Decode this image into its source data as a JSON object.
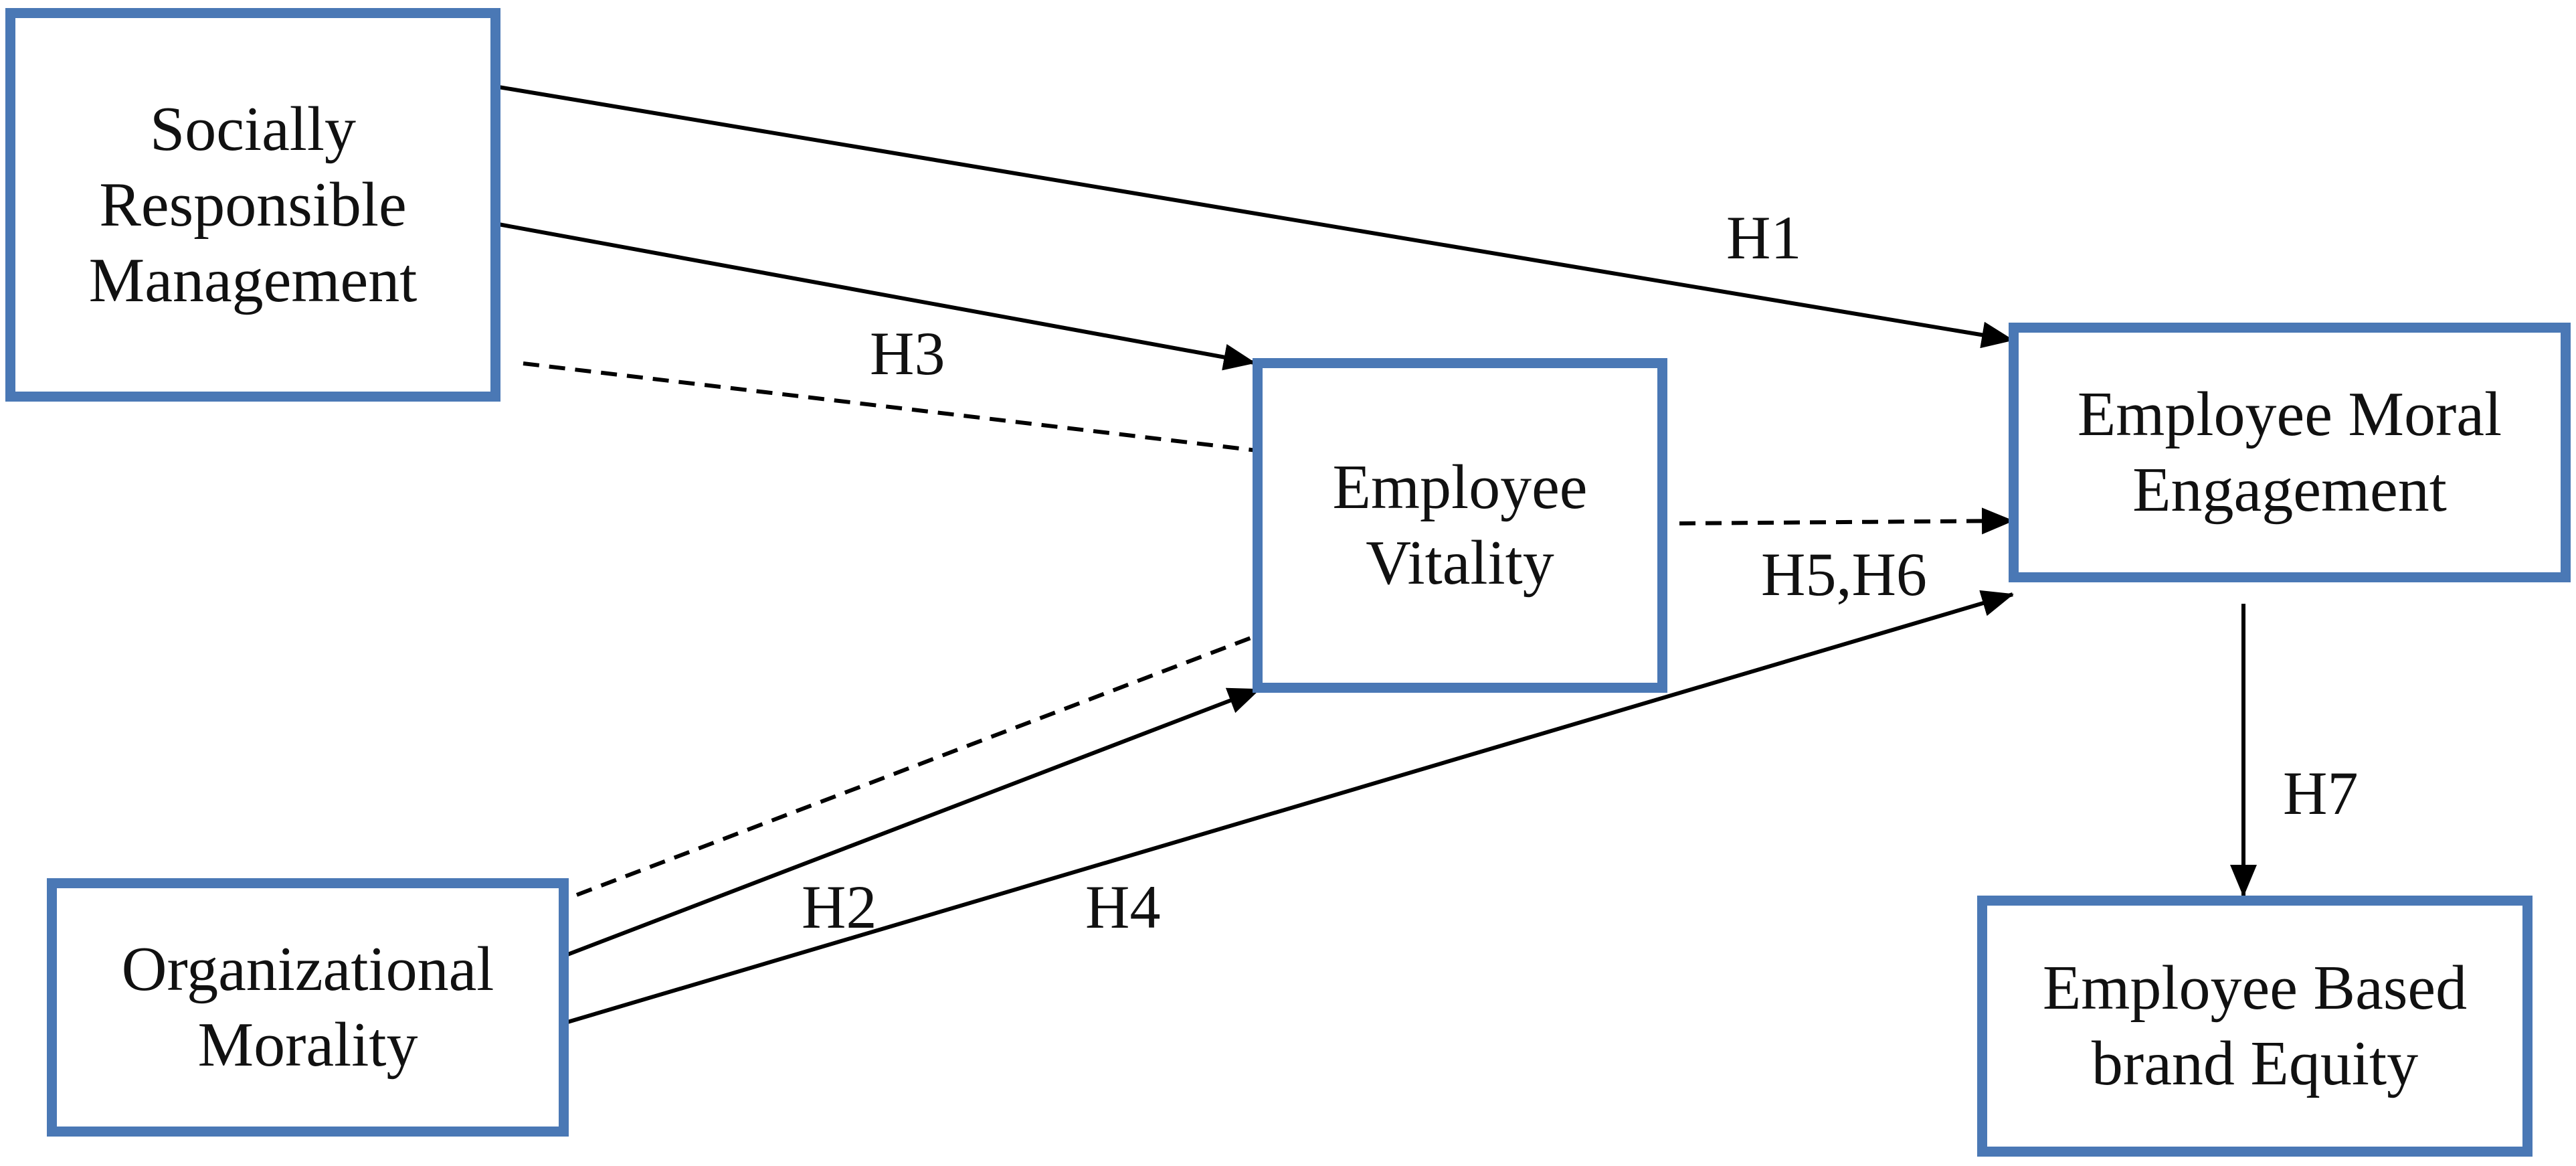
{
  "nodes": {
    "srm": {
      "lines": [
        "Socially",
        "Responsible",
        "Management"
      ]
    },
    "om": {
      "lines": [
        "Organizational",
        "Morality"
      ]
    },
    "ev": {
      "lines": [
        "Employee",
        "Vitality"
      ]
    },
    "eme": {
      "lines": [
        "Employee Moral",
        "Engagement"
      ]
    },
    "ebbe": {
      "lines": [
        "Employee Based",
        "brand Equity"
      ]
    }
  },
  "edges": {
    "h1": {
      "label": "H1",
      "from": "srm",
      "to": "eme",
      "style": "solid"
    },
    "h2": {
      "label": "H2",
      "from": "om",
      "to": "ev",
      "style": "solid"
    },
    "h3": {
      "label": "H3",
      "from": "srm",
      "to": "ev",
      "style": "solid"
    },
    "h4": {
      "label": "H4",
      "from": "om",
      "to": "eme",
      "style": "solid"
    },
    "h5h6": {
      "label": "H5,H6",
      "from": "ev",
      "to": "eme",
      "style": "dashed"
    },
    "h7": {
      "label": "H7",
      "from": "eme",
      "to": "ebbe",
      "style": "solid"
    }
  },
  "colors": {
    "node_border": "#4a78b5",
    "edge": "#000000",
    "text": "#111111"
  }
}
